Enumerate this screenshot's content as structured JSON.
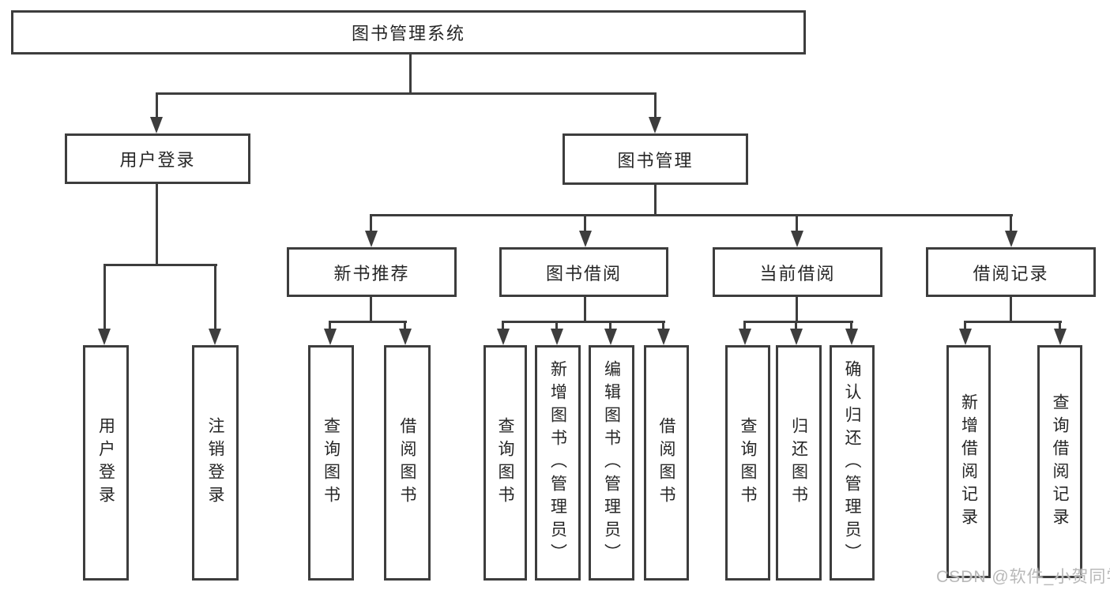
{
  "diagram": {
    "type": "hierarchy-tree",
    "tree": {
      "root": "图书管理系统",
      "children": [
        {
          "label": "用户登录",
          "children": [
            "用户登录",
            "注销登录"
          ]
        },
        {
          "label": "图书管理",
          "children": [
            {
              "label": "新书推荐",
              "children": [
                "查询图书",
                "借阅图书"
              ]
            },
            {
              "label": "图书借阅",
              "children": [
                "查询图书",
                "新增图书（管理员）",
                "编辑图书（管理员）",
                "借阅图书"
              ]
            },
            {
              "label": "当前借阅",
              "children": [
                "查询图书",
                "归还图书",
                "确认归还（管理员）"
              ]
            },
            {
              "label": "借阅记录",
              "children": [
                "新增借阅记录",
                "查询借阅记录"
              ]
            }
          ]
        }
      ]
    }
  },
  "watermark": {
    "text": "CSDN @软件_小贺同学"
  },
  "colors": {
    "line": "#3d3d3d",
    "text": "#262626",
    "watermark": "#b8b8b8",
    "background": "#ffffff"
  }
}
